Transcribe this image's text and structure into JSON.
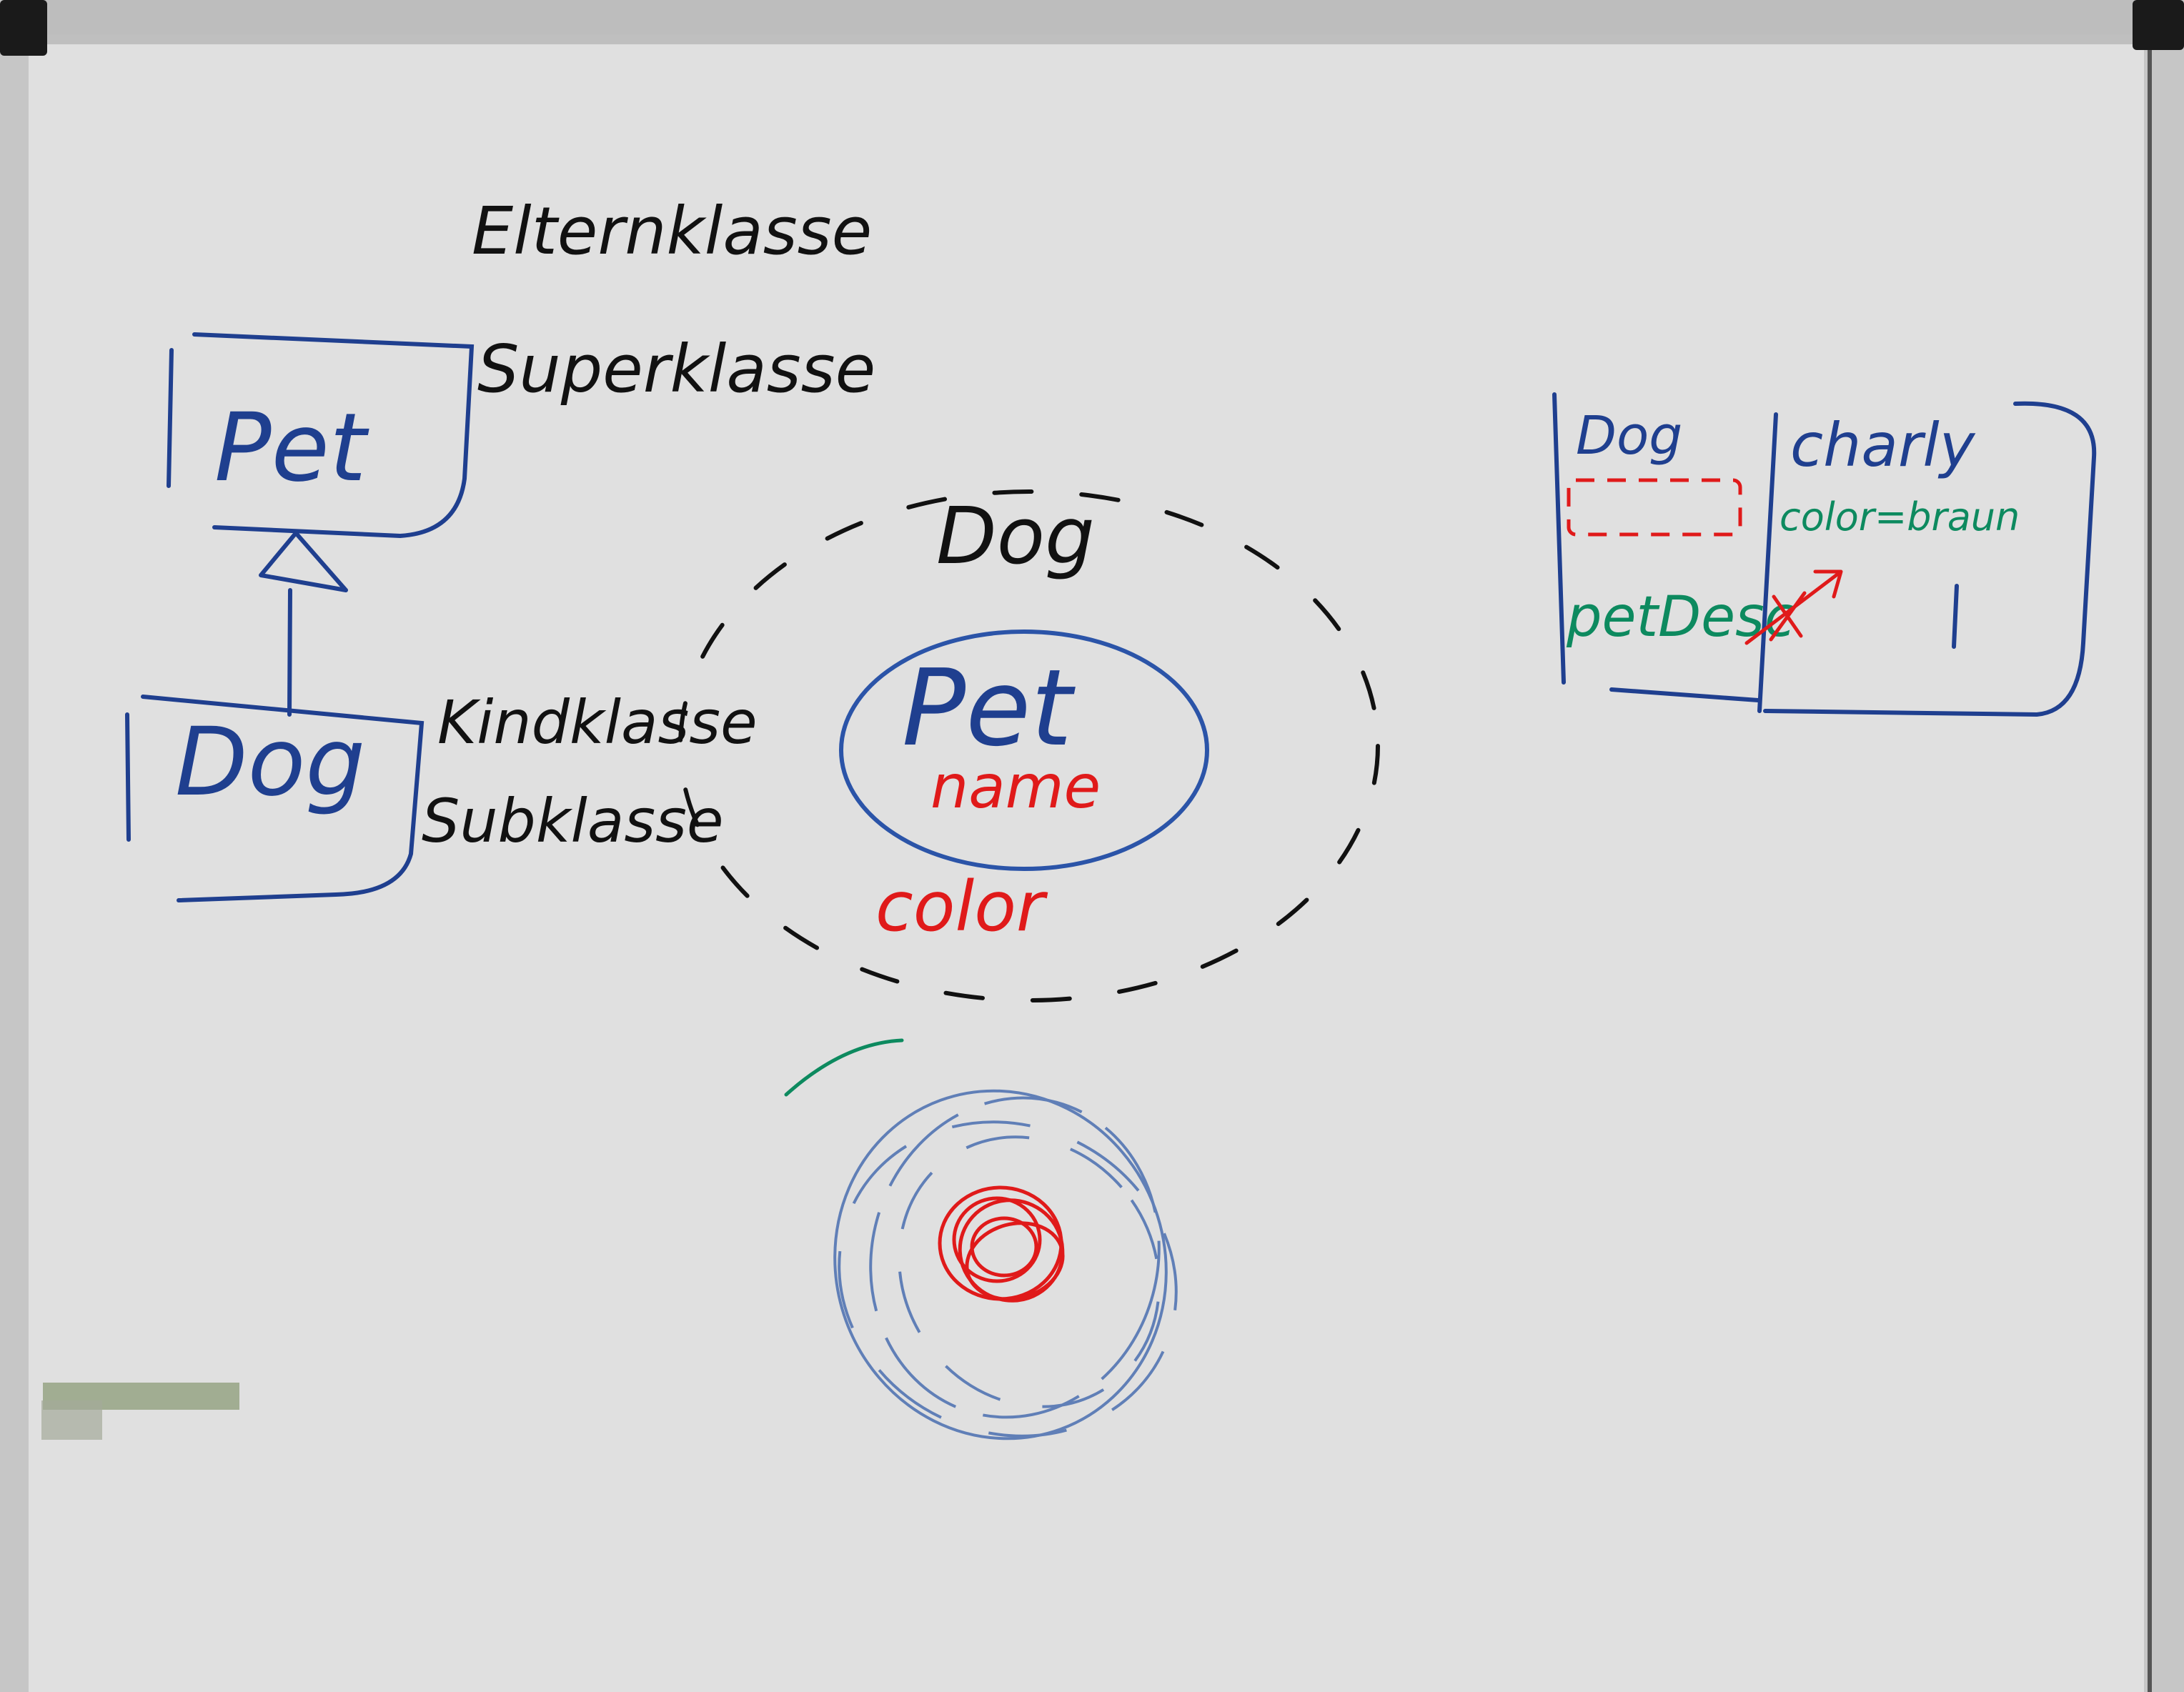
{
  "colors": {
    "board": "#e0e0e0",
    "frame": "#b9b9b9",
    "black_ink": "#111111",
    "blue_ink": "#1f3f8f",
    "light_blue_ink": "#4a6fb0",
    "red_ink": "#e01a1a",
    "green_ink": "#0d8a5f"
  },
  "labels": {
    "elternklasse": "Elternklasse",
    "superklasse": "Superklasse",
    "kindklasse": "Kindklasse",
    "subklasse": "Subklasse"
  },
  "uml": {
    "superclass_name": "Pet",
    "subclass_name": "Dog"
  },
  "scope_diagram": {
    "outer_label": "Dog",
    "inner_label": "Pet",
    "inner_field": "name",
    "outer_field": "color"
  },
  "memory_table": {
    "type_label": "Dog",
    "ref_label": "petDesc",
    "object_name": "charly",
    "object_field": "color=braun"
  }
}
